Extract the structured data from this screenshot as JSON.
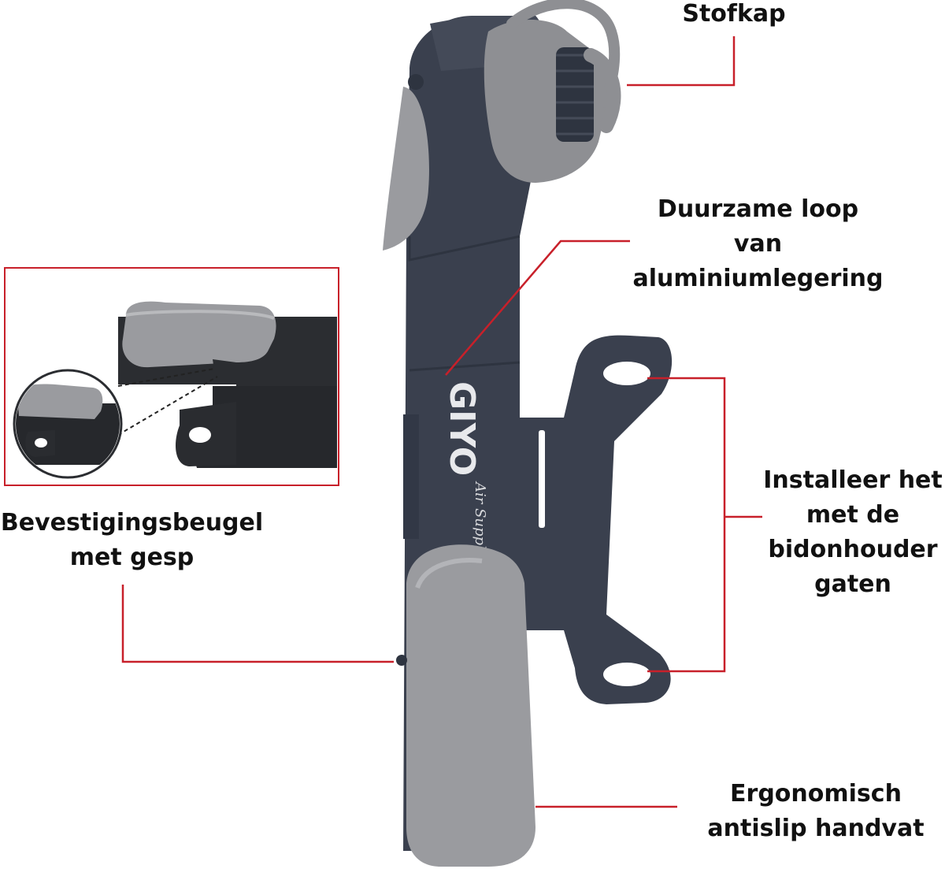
{
  "labels": {
    "dust_cap": "Stofkap",
    "barrel": [
      "Duurzame loop",
      "van",
      "aluminiumlegering"
    ],
    "mount": [
      "Installeer het",
      "met de",
      "bidonhouder",
      "gaten"
    ],
    "bracket": [
      "Bevestigingsbeugel",
      "met gesp"
    ],
    "handle": [
      "Ergonomisch",
      "antislip handvat"
    ]
  },
  "product": {
    "logo": "GIYO",
    "script_text": "Air Supply"
  },
  "colors": {
    "callout_line": "#c8202a",
    "pump_body": "#3a404e",
    "pump_grey": "#9a9b9f",
    "text": "#111111"
  }
}
